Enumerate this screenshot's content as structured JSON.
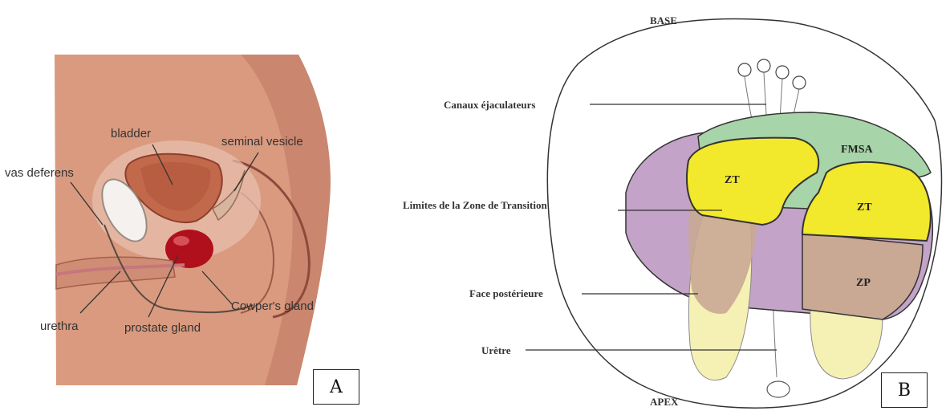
{
  "panel_a": {
    "labels": {
      "bladder": "bladder",
      "seminal_vesicle": "seminal vesicle",
      "vas_deferens": "vas deferens",
      "urethra": "urethra",
      "prostate_gland": "prostate gland",
      "cowpers_gland": "Cowper's gland"
    },
    "box_label": "A",
    "colors": {
      "skin": "#d99a7f",
      "skin_shadow": "#b86a55",
      "bladder": "#c2684b",
      "prostate": "#b0101c"
    }
  },
  "panel_b": {
    "top_label": "BASE",
    "bottom_label": "APEX",
    "labels": {
      "ejaculatory": "Canaux éjaculateurs",
      "transition_limits": "Limites de la Zone de Transition",
      "posterior_face": "Face postérieure",
      "urethra": "Urètre"
    },
    "zones": {
      "fmsa": "FMSA",
      "zt_left": "ZT",
      "zt_right": "ZT",
      "zp": "ZP"
    },
    "box_label": "B",
    "colors": {
      "fmsa": "#a7d4a8",
      "zt": "#f2e82c",
      "zp": "#c9a894",
      "purple": "#c3a3c7",
      "pale": "#f5f0b4"
    }
  }
}
